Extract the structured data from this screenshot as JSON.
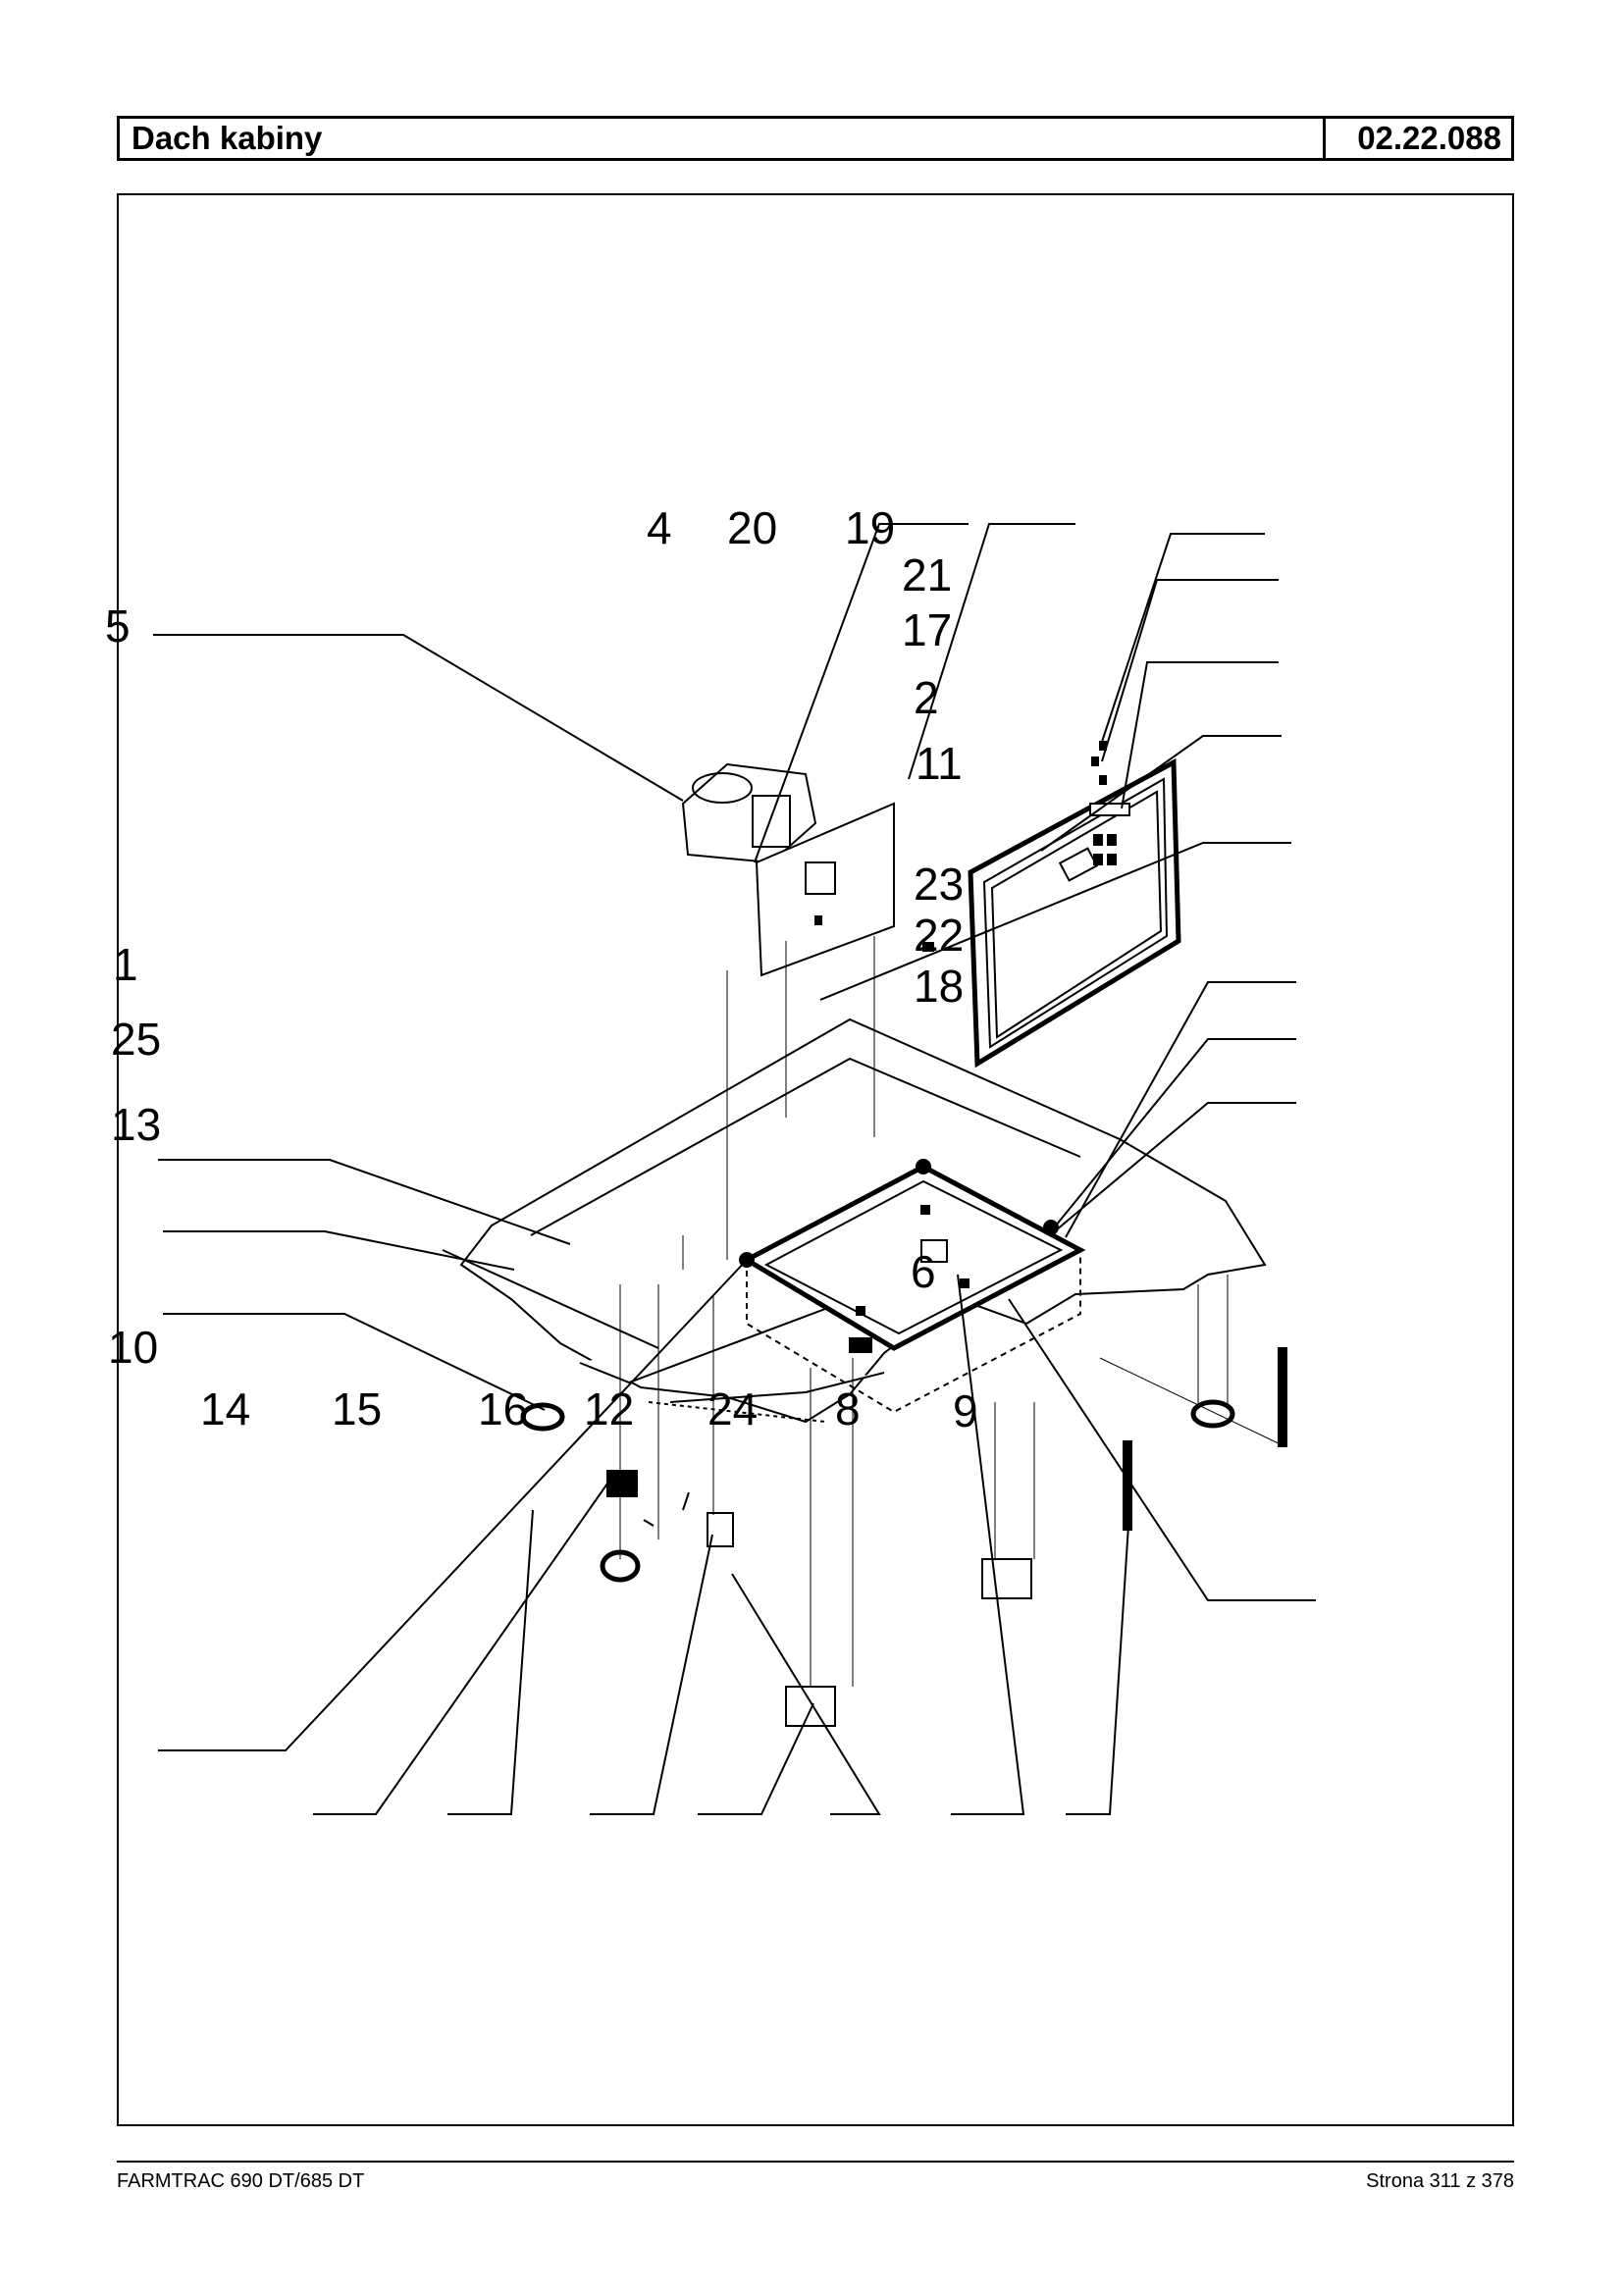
{
  "header": {
    "title": "Dach kabiny",
    "code": "02.22.088"
  },
  "diagram": {
    "callouts": [
      "4",
      "20",
      "19",
      "21",
      "17",
      "2",
      "11",
      "5",
      "23",
      "22",
      "18",
      "1",
      "25",
      "13",
      "6",
      "10",
      "14",
      "15",
      "16",
      "12",
      "24",
      "8",
      "9"
    ]
  },
  "footer": {
    "model": "FARMTRAC 690 DT/685 DT",
    "page": "Strona 311 z 378"
  }
}
